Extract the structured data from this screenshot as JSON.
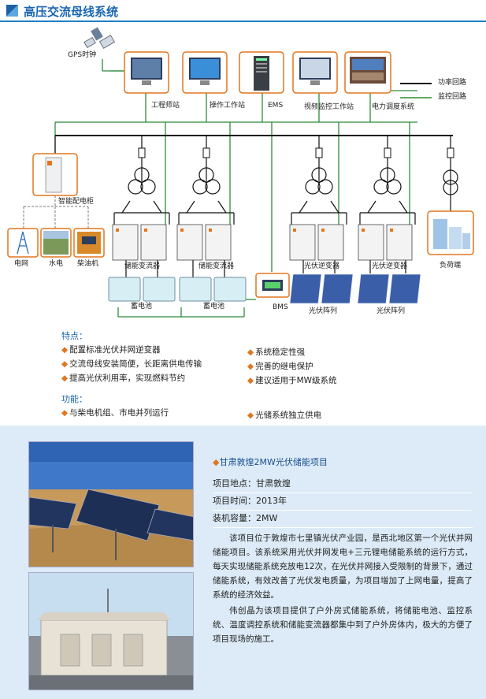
{
  "header": {
    "title": "高压交流母线系统"
  },
  "diagram": {
    "labels": {
      "gps": "GPS时钟",
      "engineer": "工程师站",
      "operator": "操作工作站",
      "ems": "EMS",
      "video": "视频监控工作站",
      "dispatch": "电力调度系统",
      "smart_cabinet": "智能配电柜",
      "grid": "电网",
      "hydro": "水电",
      "diesel": "柴油机",
      "pcs1": "储能变流器",
      "pcs2": "储能变流器",
      "battery1": "蓄电池",
      "battery2": "蓄电池",
      "bms": "BMS",
      "pv_inv1": "光伏逆变器",
      "pv_inv2": "光伏逆变器",
      "pv_array1": "光伏阵列",
      "pv_array2": "光伏阵列",
      "load": "负荷端"
    },
    "legend": {
      "power": "功率回路",
      "monitor": "监控回路"
    },
    "colors": {
      "power": "#111111",
      "monitor": "#2e8b3a",
      "accent": "#e2761f"
    }
  },
  "features": {
    "title1": "特点：",
    "items1_left": [
      "配置标准光伏并网逆变器",
      "交流母线安装简便，长距离供电传输",
      "提高光伏利用率，实现燃料节约"
    ],
    "items1_right": [
      "系统稳定性强",
      "完善的继电保护",
      "建议适用于MW级系统"
    ],
    "title2": "功能：",
    "items2_left": [
      "与柴电机组、市电并列运行"
    ],
    "items2_right": [
      "光储系统独立供电"
    ]
  },
  "project": {
    "title": "甘肃敦煌2MW光伏储能项目",
    "location": "项目地点：甘肃敦煌",
    "time": "项目时间：2013年",
    "capacity": "装机容量：2MW",
    "para1": "该项目位于敦煌市七里镇光伏产业园，是西北地区第一个光伏并网储能项目。该系统采用光伏并网发电+三元锂电储能系统的运行方式，每天实现储能系统充放电12次，在光伏并网接入受限制的背景下，通过储能系统，有效改善了光伏发电质量，为项目增加了上网电量，提高了系统的经济效益。",
    "para2": "伟创晶为该项目提供了户外房式储能系统，将储能电池、监控系统、温度调控系统和储能变流器都集中到了户外房体内，极大的方便了项目现场的施工。"
  }
}
